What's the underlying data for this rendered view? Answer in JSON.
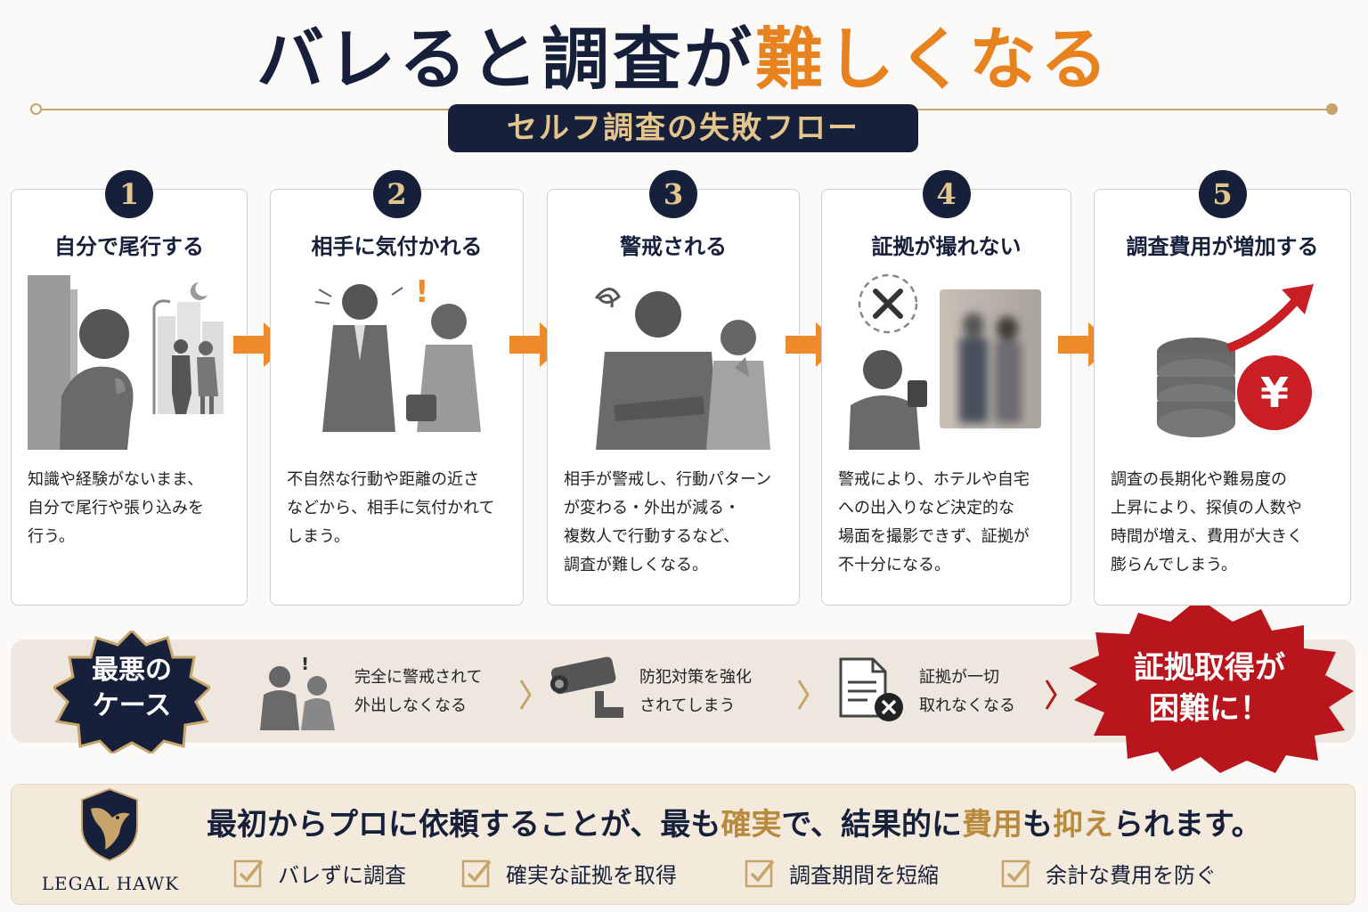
{
  "header": {
    "title_part1": "バレると調査が",
    "title_part2": "難しくなる",
    "subtitle": "セルフ調査の失敗フロー"
  },
  "colors": {
    "navy": "#17203b",
    "orange": "#e8821f",
    "gold": "#c7a46a",
    "red": "#b8161c"
  },
  "steps": [
    {
      "num": "1",
      "title": "自分で尾行する",
      "desc": "知識や経験がないまま、\n自分で尾行や張り込みを\n行う。"
    },
    {
      "num": "2",
      "title": "相手に気付かれる",
      "desc": "不自然な行動や距離の近さ\nなどから、相手に気付かれて\nしまう。"
    },
    {
      "num": "3",
      "title": "警戒される",
      "desc": "相手が警戒し、行動パターン\nが変わる・外出が減る・\n複数人で行動するなど、\n調査が難しくなる。"
    },
    {
      "num": "4",
      "title": "証拠が撮れない",
      "desc": "警戒により、ホテルや自宅\nへの出入りなど決定的な\n場面を撮影できず、証拠が\n不十分になる。"
    },
    {
      "num": "5",
      "title": "調査費用が増加する",
      "desc": "調査の長期化や難易度の\n上昇により、探偵の人数や\n時間が増え、費用が大きく\n膨らんでしまう。"
    }
  ],
  "worst_case": {
    "badge": "最悪の\nケース",
    "items": [
      {
        "text": "完全に警戒されて\n外出しなくなる",
        "icon": "couple-alert-icon"
      },
      {
        "text": "防犯対策を強化\nされてしまう",
        "icon": "security-camera-icon"
      },
      {
        "text": "証拠が一切\n取れなくなる",
        "icon": "document-x-icon"
      }
    ],
    "burst": "証拠取得が\n困難に！"
  },
  "footer": {
    "logo_text": "LEGAL HAWK",
    "msg_a": "最初からプロに依頼することが、最も",
    "msg_hl1": "確実",
    "msg_b": "で、結果的に",
    "msg_hl2": "費用",
    "msg_c": "も",
    "msg_hl3": "抑え",
    "msg_d": "られます。",
    "checks": [
      "バレずに調査",
      "確実な証拠を取得",
      "調査期間を短縮",
      "余計な費用を防ぐ"
    ]
  }
}
